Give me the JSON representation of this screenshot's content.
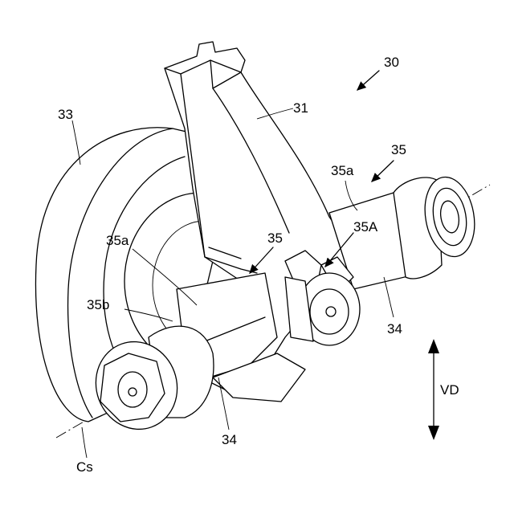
{
  "labels": {
    "assembly": "30",
    "frame": "31",
    "wheel": "33",
    "axle_left": "34",
    "axle_right": "34",
    "joint_upper_right": "35",
    "joint_center": "35",
    "face_upper_right": "35a",
    "face_left": "35a",
    "face_A": "35A",
    "face_b": "35b",
    "axis_name": "Cs",
    "direction": "VD"
  }
}
